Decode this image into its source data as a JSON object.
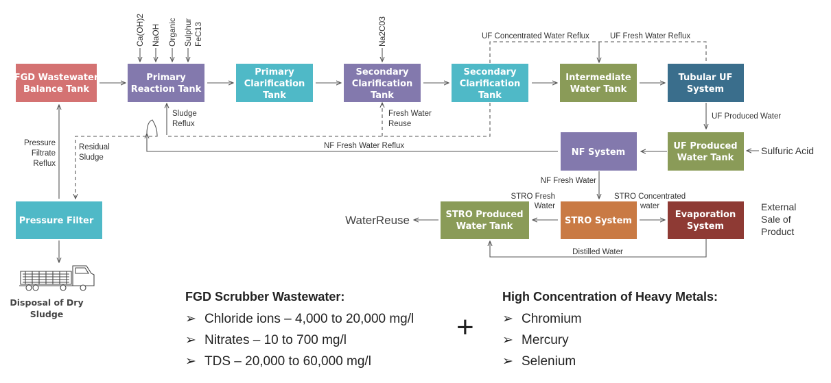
{
  "colors": {
    "red": "#d47272",
    "purple": "#8379ad",
    "teal": "#4fb9c7",
    "olive": "#8a9b58",
    "navy": "#3a6e8c",
    "orange": "#c97a44",
    "darkred": "#8e3a34",
    "line": "#555555"
  },
  "boxes": {
    "fgd_balance_tank": [
      "FGD Wastewater",
      "Balance Tank"
    ],
    "primary_reaction_tank": [
      "Primary",
      "Reaction Tank"
    ],
    "primary_clarification_tank": [
      "Primary",
      "Clarification",
      "Tank"
    ],
    "secondary_clarification_tank_1": [
      "Secondary",
      "Clarification",
      "Tank"
    ],
    "secondary_clarification_tank_2": [
      "Secondary",
      "Clarification",
      "Tank"
    ],
    "intermediate_water_tank": [
      "Intermediate",
      "Water Tank"
    ],
    "tubular_uf_system": [
      "Tubular UF",
      "System"
    ],
    "pressure_filter": [
      "Pressure Filter"
    ],
    "uf_produced_water_tank": [
      "UF Produced",
      "Water Tank"
    ],
    "nf_system": [
      "NF System"
    ],
    "stro_produced_water_tank": [
      "STRO Produced",
      "Water Tank"
    ],
    "stro_system": [
      "STRO System"
    ],
    "evaporation_system": [
      "Evaporation",
      "System"
    ]
  },
  "chemicals": {
    "reaction": [
      "Ca(OH)2",
      "NaOH",
      "Organic",
      "Sulphur",
      "FeC13"
    ],
    "secondary": "Na2C03"
  },
  "labels": {
    "uf_concentrated_reflux": "UF Concentrated Water Reflux",
    "uf_fresh_reflux": "UF Fresh Water Reflux",
    "sludge_reflux": [
      "Sludge",
      "Reflux"
    ],
    "fresh_water_reuse": [
      "Fresh Water",
      "Reuse"
    ],
    "pressure_filtrate_reflux": [
      "Pressure",
      "Filtrate",
      "Reflux"
    ],
    "residual_sludge": [
      "Residual",
      "Sludge"
    ],
    "nf_fresh_water_reflux": "NF Fresh Water Reflux",
    "uf_produced_water": "UF Produced Water",
    "sulfuric_acid": "Sulfuric Acid",
    "nf_fresh_water": "NF Fresh Water",
    "stro_fresh_water": [
      "STRO Fresh",
      "Water"
    ],
    "stro_concentrated_water": [
      "STRO Concentrated",
      "water"
    ],
    "water_reuse": "WaterReuse",
    "external_sale": [
      "External",
      "Sale of",
      "Product"
    ],
    "distilled_water": "Distilled Water",
    "disposal": [
      "Disposal  of Dry",
      "Sludge"
    ]
  },
  "panels": {
    "left": {
      "title": "FGD Scrubber Wastewater:",
      "items": [
        "Chloride ions – 4,000 to 20,000 mg/l",
        "Nitrates – 10 to 700 mg/l",
        "TDS – 20,000 to 60,000 mg/l"
      ]
    },
    "plus": "+",
    "right": {
      "title": "High Concentration of Heavy Metals:",
      "items": [
        "Chromium",
        "Mercury",
        "Selenium"
      ]
    },
    "bullet": "➢"
  }
}
